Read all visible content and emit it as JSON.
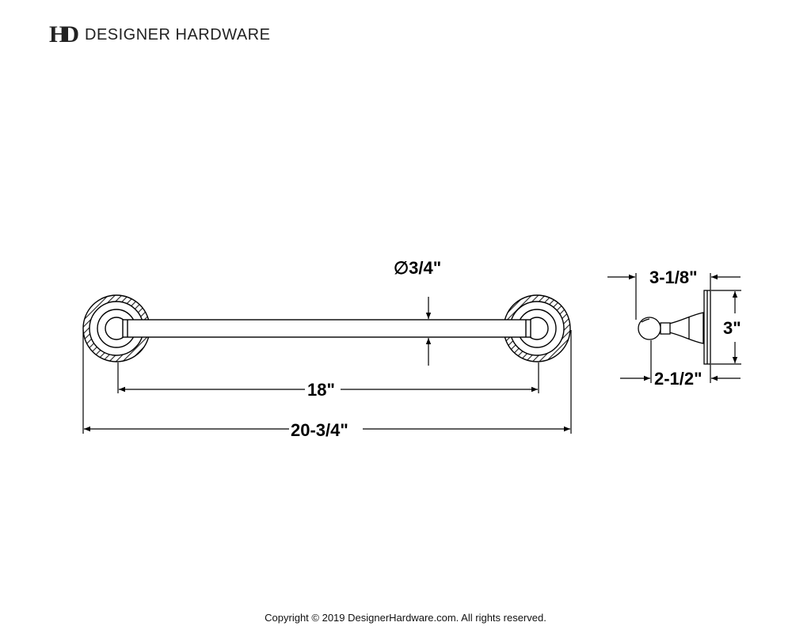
{
  "header": {
    "logo_text": "HD",
    "brand_name": "DESIGNER HARDWARE"
  },
  "dimensions": {
    "bar_diameter": "∅3/4\"",
    "center_to_center": "18\"",
    "overall_length": "20-3/4\"",
    "projection": "3-1/8\"",
    "bar_projection": "2-1/2\"",
    "flange_height": "3\""
  },
  "footer": {
    "copyright": "Copyright © 2019 DesignerHardware.com. All rights reserved."
  }
}
